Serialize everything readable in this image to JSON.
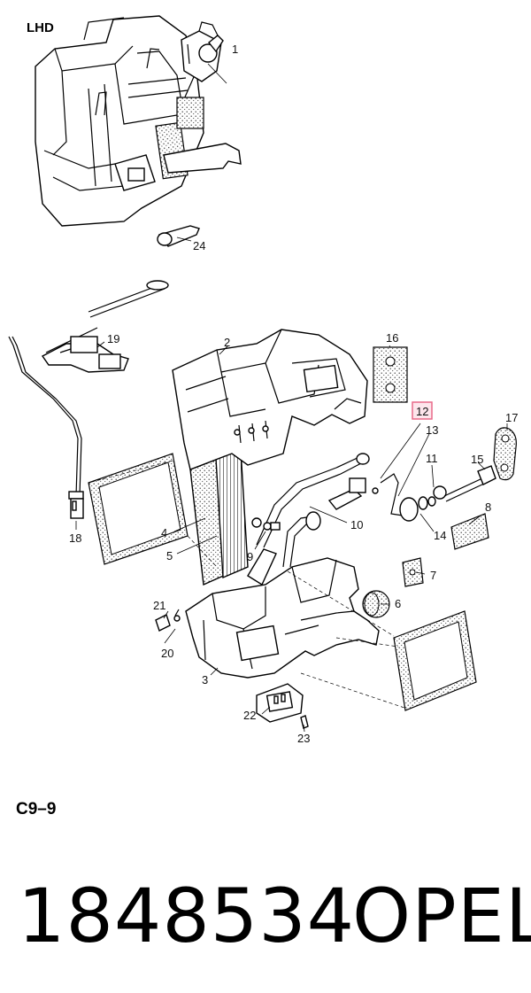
{
  "diagram": {
    "variant_label": "LHD",
    "highlighted_callout": "12",
    "highlight_color": "#e86a8a",
    "callouts": [
      "1",
      "2",
      "3",
      "4",
      "5",
      "6",
      "7",
      "8",
      "9",
      "10",
      "11",
      "12",
      "13",
      "14",
      "15",
      "16",
      "17",
      "18",
      "19",
      "20",
      "21",
      "22",
      "23",
      "24"
    ]
  },
  "caption": "C9–9",
  "part_number": "1848534",
  "brand": "OPEL"
}
